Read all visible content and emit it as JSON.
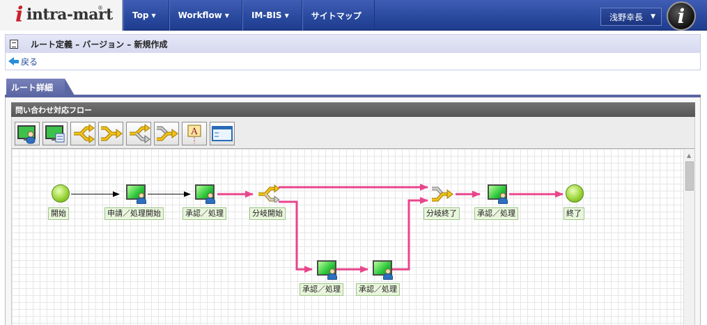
{
  "header": {
    "logo_text": "intra-mart",
    "logo_mark": "®",
    "nav": [
      {
        "label": "Top",
        "has_dropdown": true
      },
      {
        "label": "Workflow",
        "has_dropdown": true
      },
      {
        "label": "IM-BIS",
        "has_dropdown": true
      },
      {
        "label": "サイトマップ",
        "has_dropdown": false
      }
    ],
    "user_name": "浅野幸長",
    "avatar_letter": "i"
  },
  "page": {
    "title": "ルート定義 – バージョン – 新規作成",
    "back_label": "戻る"
  },
  "tab": {
    "label": "ルート詳細"
  },
  "panel": {
    "title": "問い合わせ対応フロー",
    "toolbar": [
      {
        "icon": "user-task-icon"
      },
      {
        "icon": "system-task-icon"
      },
      {
        "icon": "branch-start-icon"
      },
      {
        "icon": "branch-end-icon"
      },
      {
        "icon": "sync-branch-start-icon"
      },
      {
        "icon": "sync-branch-end-icon"
      },
      {
        "icon": "text-annotation-icon",
        "glyph": "A"
      },
      {
        "icon": "window-node-icon"
      }
    ]
  },
  "flow": {
    "nodes": [
      {
        "id": "start",
        "type": "start",
        "label": "開始"
      },
      {
        "id": "apply",
        "type": "task",
        "label": "申請／処理開始"
      },
      {
        "id": "approve1",
        "type": "task",
        "label": "承認／処理"
      },
      {
        "id": "branch_start",
        "type": "branch-start",
        "label": "分岐開始"
      },
      {
        "id": "approve2",
        "type": "task",
        "label": "承認／処理"
      },
      {
        "id": "approve3",
        "type": "task",
        "label": "承認／処理"
      },
      {
        "id": "branch_end",
        "type": "branch-end",
        "label": "分岐終了"
      },
      {
        "id": "approve4",
        "type": "task",
        "label": "承認／処理"
      },
      {
        "id": "end",
        "type": "end",
        "label": "終了"
      }
    ],
    "colors": {
      "primary_edge": "#e8458b",
      "plain_edge": "#000000",
      "label_bg": "#e9f5dc"
    }
  }
}
